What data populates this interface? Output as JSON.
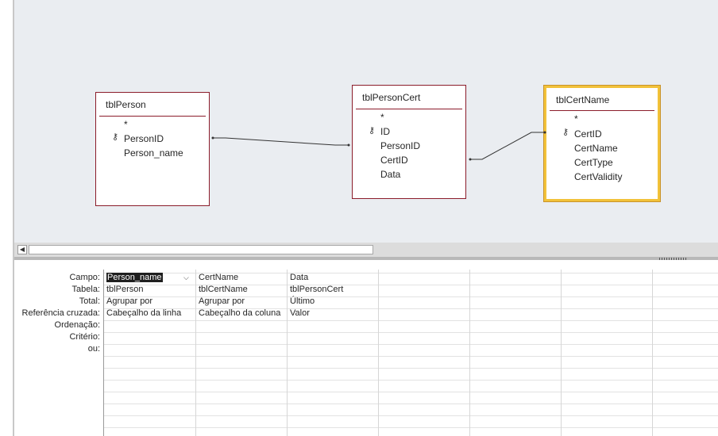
{
  "diagram": {
    "tables": [
      {
        "name": "tblPerson",
        "fields": [
          "*",
          "PersonID",
          "Person_name"
        ],
        "key_field_index": 1
      },
      {
        "name": "tblPersonCert",
        "fields": [
          "*",
          "ID",
          "PersonID",
          "CertID",
          "Data"
        ],
        "key_field_index": 1
      },
      {
        "name": "tblCertName",
        "fields": [
          "*",
          "CertID",
          "CertName",
          "CertType",
          "CertValidity"
        ],
        "key_field_index": 1
      }
    ],
    "selected_table": "tblCertName",
    "link_color": "#333333",
    "border_color": "#8b1c2a",
    "selected_color": "#f2c23a"
  },
  "grid": {
    "row_labels": [
      "Campo:",
      "Tabela:",
      "Total:",
      "Referência cruzada:",
      "Ordenação:",
      "Critério:",
      "ou:"
    ],
    "columns": [
      {
        "campo": "Person_name",
        "tabela": "tblPerson",
        "total": "Agrupar por",
        "ref": "Cabeçalho da linha"
      },
      {
        "campo": "CertName",
        "tabela": "tblCertName",
        "total": "Agrupar por",
        "ref": "Cabeçalho da coluna"
      },
      {
        "campo": "Data",
        "tabela": "tblPersonCert",
        "total": "Último",
        "ref": "Valor"
      }
    ]
  }
}
